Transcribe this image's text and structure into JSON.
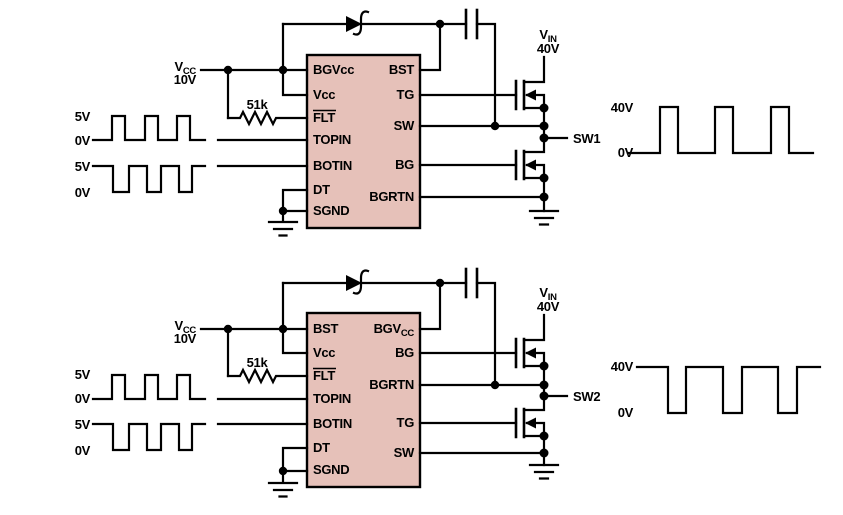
{
  "colors": {
    "ic_fill": "#e6c1b9",
    "line": "#000000"
  },
  "c1": {
    "pins_left": [
      "BGVcc",
      "Vcc",
      "FLT",
      "TOPIN",
      "BOTIN",
      "DT",
      "SGND"
    ],
    "pins_right": [
      "BST",
      "TG",
      "SW",
      "BG",
      "BGRTN"
    ],
    "vcc": {
      "main": "V",
      "sub": "CC",
      "value": "10V"
    },
    "resistor": "51k",
    "vin": {
      "main": "V",
      "sub": "IN",
      "value": "40V"
    },
    "sw_label": "SW1",
    "in_top": {
      "high": "5V",
      "low": "0V"
    },
    "in_bot": {
      "high": "5V",
      "low": "0V"
    },
    "out": {
      "high": "40V",
      "low": "0V"
    }
  },
  "c2": {
    "pins_left": [
      "BST",
      "Vcc",
      "FLT",
      "TOPIN",
      "BOTIN",
      "DT",
      "SGND"
    ],
    "pin_bgvcc": {
      "main": "BGV",
      "sub": "CC"
    },
    "pins_right": [
      "BG",
      "BGRTN",
      "TG",
      "SW"
    ],
    "vcc": {
      "main": "V",
      "sub": "CC",
      "value": "10V"
    },
    "resistor": "51k",
    "vin": {
      "main": "V",
      "sub": "IN",
      "value": "40V"
    },
    "sw_label": "SW2",
    "in_top": {
      "high": "5V",
      "low": "0V"
    },
    "in_bot": {
      "high": "5V",
      "low": "0V"
    },
    "out": {
      "high": "40V",
      "low": "0V"
    }
  }
}
